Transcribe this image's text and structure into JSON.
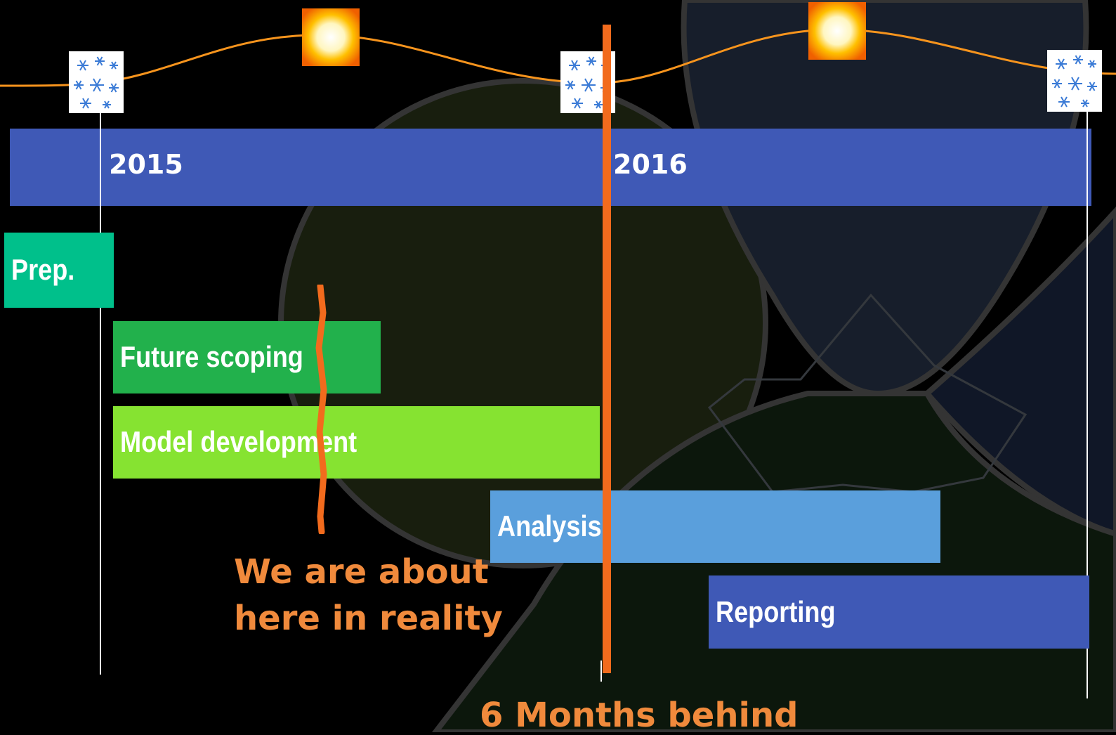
{
  "years": [
    "2015",
    "2016"
  ],
  "tasks": [
    {
      "label": "Prep.",
      "color": "#00c08b"
    },
    {
      "label": "Future scoping",
      "color": "#22b14c"
    },
    {
      "label": "Model development",
      "color": "#86e331"
    },
    {
      "label": "Analysis",
      "color": "#5a9fdc"
    },
    {
      "label": "Reporting",
      "color": "#3f59b6"
    }
  ],
  "callouts": {
    "reality_line1": "We are about",
    "reality_line2": "here in reality",
    "behind": "6 Months behind"
  },
  "icons": {
    "winter": "snowflake-icon",
    "summer": "sun-icon"
  },
  "colors": {
    "year_band": "#3f59b6",
    "season_curve": "#f7941d",
    "today_line": "#f26b1d",
    "callout_text": "#f08a3c",
    "year_divider": "#ffffff"
  }
}
